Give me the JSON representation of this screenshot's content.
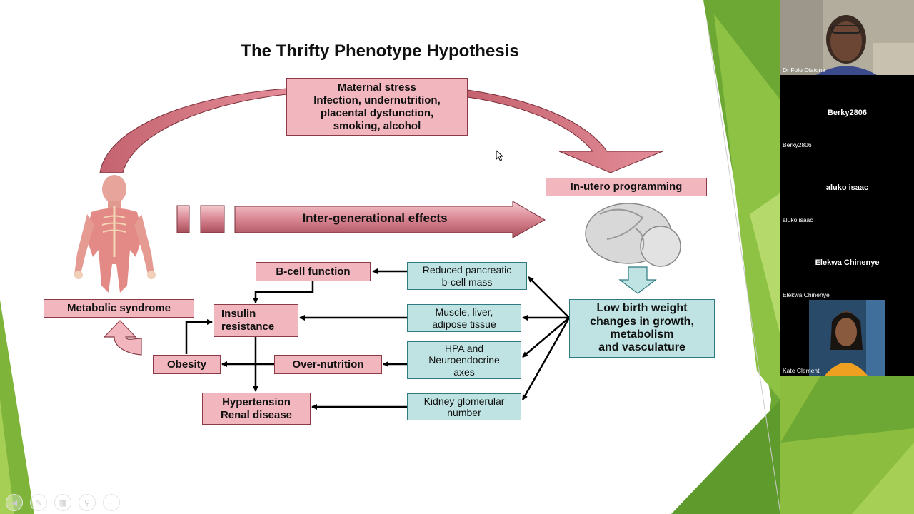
{
  "slide": {
    "title": "The Thrifty Phenotype Hypothesis",
    "maternal_stress": "Maternal stress\nInfection, undernutrition,\nplacental dysfunction,\nsmoking, alcohol",
    "in_utero": "In-utero programming",
    "intergenerational": "Inter-generational effects",
    "metabolic_syndrome": "Metabolic syndrome",
    "bcell_function": "B-cell function",
    "insulin_resistance": "Insulin\nresistance",
    "obesity": "Obesity",
    "over_nutrition": "Over-nutrition",
    "hypertension": "Hypertension\nRenal disease",
    "reduced_pancreatic": "Reduced pancreatic\nb-cell mass",
    "muscle_liver": "Muscle, liver,\nadipose tissue",
    "hpa": "HPA and\nNeuroendocrine\naxes",
    "kidney": "Kidney glomerular\nnumber",
    "low_birth_weight": "Low birth weight\nchanges in growth,\nmetabolism\nand vasculature"
  },
  "participants": [
    {
      "name": "Dr Folu Olatona",
      "has_video": true
    },
    {
      "display": "Berky2806",
      "name": "Berky2806",
      "has_video": false
    },
    {
      "display": "aluko isaac",
      "name": "aluko isaac",
      "has_video": false
    },
    {
      "display": "Elekwa Chinenye",
      "name": "Elekwa Chinenye",
      "has_video": false
    },
    {
      "name": "Kate Clement",
      "has_video": true
    }
  ],
  "colors": {
    "pink_box": "#f2b7be",
    "blue_box": "#bfe3e3",
    "arrow_red": "#b8515e",
    "green_accent": "#8dbd3f"
  }
}
